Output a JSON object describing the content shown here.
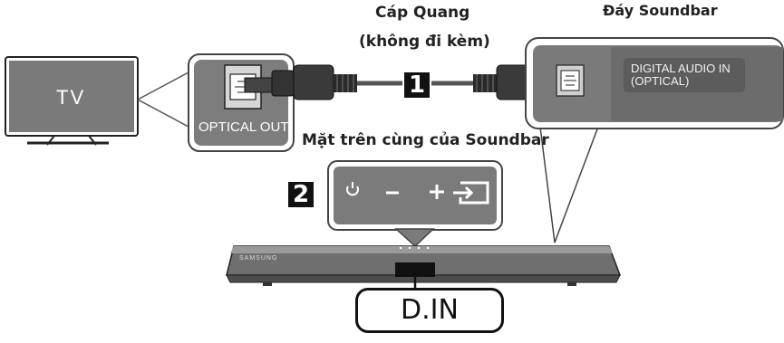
{
  "tv": {
    "label": "TV"
  },
  "tv_port": {
    "label": "OPTICAL OUT"
  },
  "cable": {
    "title_line1": "Cáp Quang",
    "title_line2": "(không đi kèm)"
  },
  "soundbar_bottom": {
    "title": "Đáy Soundbar",
    "port_line1": "DIGITAL AUDIO IN",
    "port_line2": "(OPTICAL)"
  },
  "soundbar_top": {
    "title": "Mặt trên cùng của Soundbar"
  },
  "steps": {
    "step1": "1",
    "step2": "2"
  },
  "display": {
    "text": "D.IN"
  },
  "soundbar": {
    "brand": "SAMSUNG"
  },
  "icons": [
    "power-icon",
    "volume-down-icon",
    "volume-up-icon",
    "source-input-icon",
    "optical-port-icon"
  ]
}
